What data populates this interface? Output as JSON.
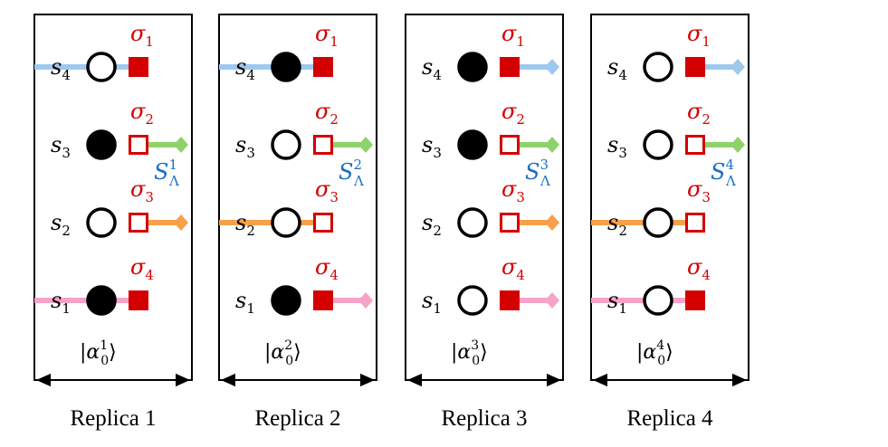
{
  "colors": {
    "red": "#d40000",
    "blue": "#9fc8ef",
    "green": "#8fd26a",
    "orange": "#f7a04a",
    "pink": "#f7a2c8",
    "sublabel": "#1a6fc4",
    "stroke": "#000000"
  },
  "row_labels": [
    "s4",
    "s3",
    "s2",
    "s1"
  ],
  "sigma_labels": [
    "σ1",
    "σ2",
    "σ3",
    "σ4"
  ],
  "replicas": [
    {
      "title": "Replica 1",
      "state_label": "|α0^1⟩",
      "sublabel": "SΛ^1",
      "rows": [
        {
          "circle_filled": false,
          "square_filled": true,
          "line": "blue",
          "direction": "left"
        },
        {
          "circle_filled": true,
          "square_filled": false,
          "line": "green",
          "direction": "right"
        },
        {
          "circle_filled": false,
          "square_filled": false,
          "line": "orange",
          "direction": "right"
        },
        {
          "circle_filled": true,
          "square_filled": true,
          "line": "pink",
          "direction": "left"
        }
      ]
    },
    {
      "title": "Replica 2",
      "state_label": "|α0^2⟩",
      "sublabel": "SΛ^2",
      "rows": [
        {
          "circle_filled": true,
          "square_filled": true,
          "line": "blue",
          "direction": "left"
        },
        {
          "circle_filled": false,
          "square_filled": false,
          "line": "green",
          "direction": "right"
        },
        {
          "circle_filled": false,
          "square_filled": false,
          "line": "orange",
          "direction": "left"
        },
        {
          "circle_filled": true,
          "square_filled": true,
          "line": "pink",
          "direction": "right"
        }
      ]
    },
    {
      "title": "Replica 3",
      "state_label": "|α0^3⟩",
      "sublabel": "SΛ^3",
      "rows": [
        {
          "circle_filled": true,
          "square_filled": true,
          "line": "blue",
          "direction": "right"
        },
        {
          "circle_filled": true,
          "square_filled": false,
          "line": "green",
          "direction": "right"
        },
        {
          "circle_filled": false,
          "square_filled": false,
          "line": "orange",
          "direction": "right"
        },
        {
          "circle_filled": false,
          "square_filled": true,
          "line": "pink",
          "direction": "right"
        }
      ]
    },
    {
      "title": "Replica 4",
      "state_label": "|α0^4⟩",
      "sublabel": "SΛ^4",
      "rows": [
        {
          "circle_filled": false,
          "square_filled": true,
          "line": "blue",
          "direction": "right"
        },
        {
          "circle_filled": false,
          "square_filled": false,
          "line": "green",
          "direction": "right"
        },
        {
          "circle_filled": false,
          "square_filled": false,
          "line": "orange",
          "direction": "left"
        },
        {
          "circle_filled": false,
          "square_filled": true,
          "line": "pink",
          "direction": "left"
        }
      ]
    }
  ]
}
